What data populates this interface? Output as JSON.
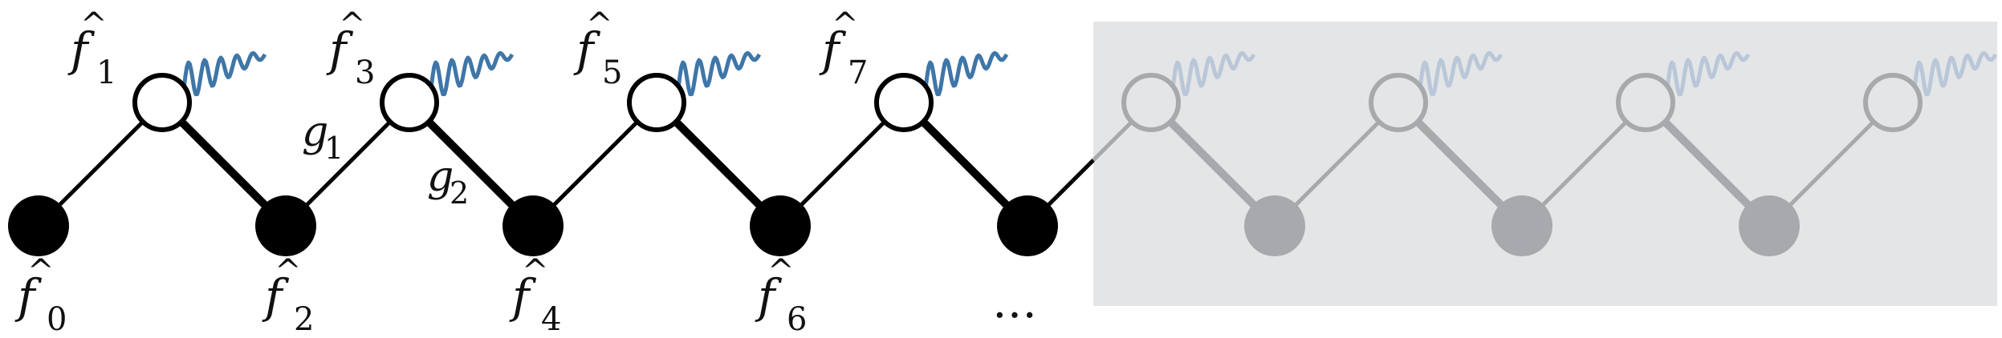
{
  "diagram": {
    "colors": {
      "edge": "#000000",
      "filled_node": "#000000",
      "open_node_fill": "#ffffff",
      "wave": "#3f76a8",
      "faded_panel": "#e4e5e7",
      "faded_node": "#a7a9ac",
      "faded_wave": "#b9c7d8"
    },
    "bottom_labels": [
      {
        "base": "f",
        "hat": "^",
        "sub": "0"
      },
      {
        "base": "f",
        "hat": "^",
        "sub": "2"
      },
      {
        "base": "f",
        "hat": "^",
        "sub": "4"
      },
      {
        "base": "f",
        "hat": "^",
        "sub": "6"
      }
    ],
    "top_labels": [
      {
        "base": "f",
        "hat": "^",
        "sub": "1"
      },
      {
        "base": "f",
        "hat": "^",
        "sub": "3"
      },
      {
        "base": "f",
        "hat": "^",
        "sub": "5"
      },
      {
        "base": "f",
        "hat": "^",
        "sub": "7"
      }
    ],
    "coupling_labels": [
      {
        "base": "g",
        "sub": "1"
      },
      {
        "base": "g",
        "sub": "2"
      }
    ],
    "ellipsis": "…",
    "visible_pairs": 4,
    "faded_pairs": 4
  }
}
